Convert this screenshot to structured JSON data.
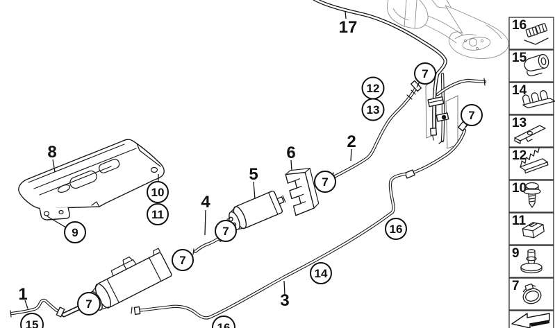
{
  "figure": {
    "type": "parts-diagram",
    "description": "Underbody fuel line routing diagram with fuel tank, fuel filter, fuel pump, skid plate and fastener legend"
  },
  "diagram": {
    "part_labels": {
      "p1": "1",
      "p2": "2",
      "p3": "3",
      "p4": "4",
      "p5": "5",
      "p6": "6",
      "p8": "8",
      "p17": "17"
    },
    "callouts": {
      "c7": "7",
      "c9": "9",
      "c10": "10",
      "c11": "11",
      "c12": "12",
      "c13": "13",
      "c14": "14",
      "c15": "15",
      "c16": "16"
    }
  },
  "sidebar": {
    "items": [
      {
        "label": "16",
        "part": "double-tube-clip"
      },
      {
        "label": "15",
        "part": "tube-holder-clip"
      },
      {
        "label": "14",
        "part": "triple-tube-clip"
      },
      {
        "label": "13",
        "part": "bracket-rail"
      },
      {
        "label": "12",
        "part": "corrugated-clip"
      },
      {
        "label": "10",
        "part": "self-tapping-screw"
      },
      {
        "label": "11",
        "part": "clip-nut"
      },
      {
        "label": "9",
        "part": "grommet-plug"
      },
      {
        "label": "7",
        "part": "hose-clamp"
      },
      {
        "label": "",
        "part": "page-turn-arrow"
      }
    ]
  },
  "colors": {
    "ink": "#1a1a1a",
    "light_ink": "#8f8f8f",
    "panel_ink": "#777777",
    "background": "#ffffff"
  }
}
